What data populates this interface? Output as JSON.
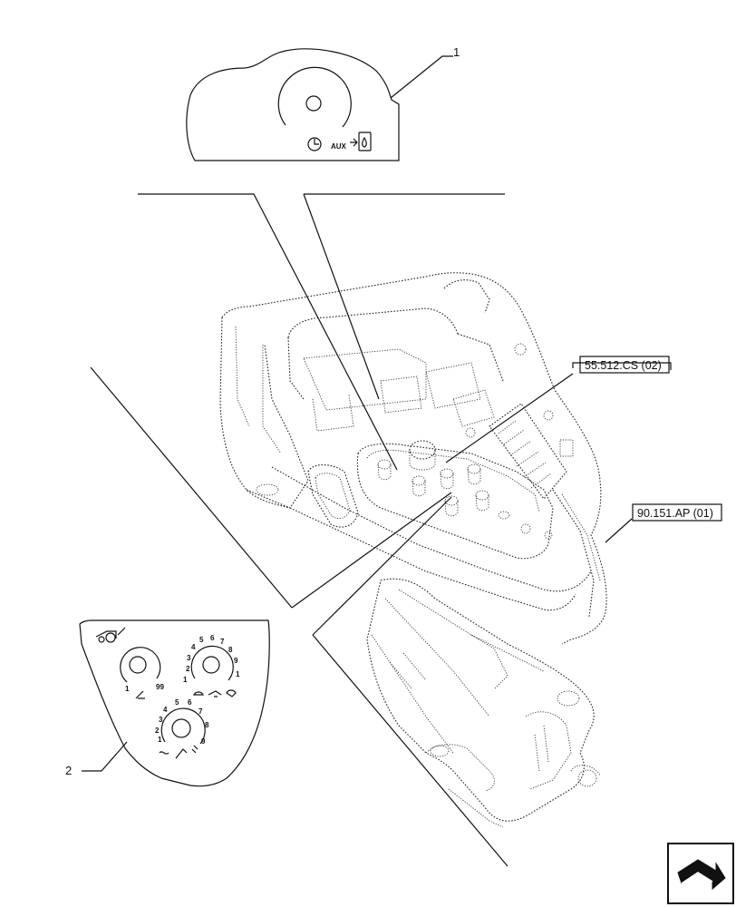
{
  "callouts": [
    {
      "id": "1",
      "label": "1"
    },
    {
      "id": "2",
      "label": "2"
    }
  ],
  "references": [
    {
      "id": "ref-a",
      "label": "55.512.CS (02)"
    },
    {
      "id": "ref-b",
      "label": "90.151.AP (01)"
    }
  ],
  "decal1": {
    "aux_text": "AUX"
  },
  "decal2": {
    "dial_a": {
      "low": "1",
      "high": "99"
    },
    "dial_b": {
      "numbers": [
        "2",
        "3",
        "4",
        "5",
        "6",
        "7",
        "8",
        "9",
        "1"
      ]
    },
    "dial_c": {
      "numbers": [
        "1",
        "2",
        "3",
        "4",
        "5",
        "6",
        "7",
        "8",
        "9"
      ]
    }
  },
  "icons": [
    "dial-knob-icon",
    "clock-icon",
    "aux-oil-icon",
    "tractor-hitch-icon",
    "rabbit-icon",
    "turtle-icon",
    "next-page-arrow-icon"
  ]
}
